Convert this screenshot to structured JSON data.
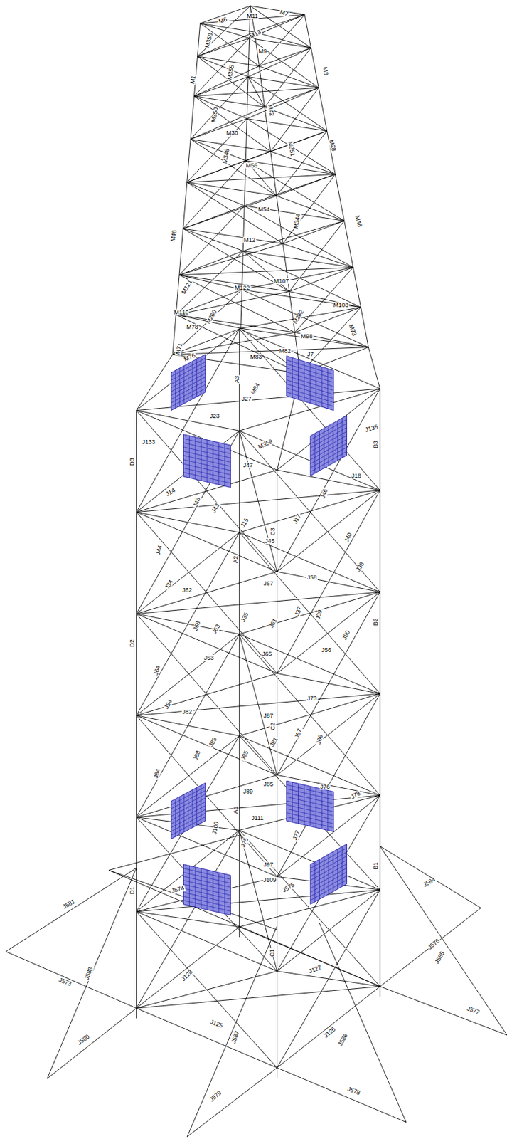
{
  "diagram": {
    "labels": [
      "M6",
      "M11",
      "M7",
      "M358",
      "M13",
      "M1",
      "M9",
      "M355",
      "M3",
      "M350",
      "M42",
      "M28",
      "M30",
      "M348",
      "M56",
      "M351",
      "M46",
      "M54",
      "M344",
      "M48",
      "M12",
      "M107",
      "M121",
      "M122",
      "M110",
      "M260",
      "M262",
      "M78",
      "M103",
      "M73",
      "M71",
      "M98",
      "M82",
      "M83",
      "M76",
      "J7",
      "A3",
      "M84",
      "J27",
      "J23",
      "M359",
      "J133",
      "J135",
      "B3",
      "D3",
      "J47",
      "J18",
      "J14",
      "J48",
      "J43",
      "J15",
      "J17",
      "J46",
      "C3",
      "J45",
      "J40",
      "J38",
      "J44",
      "A2",
      "J34",
      "J67",
      "J58",
      "J62",
      "J37",
      "J68",
      "J63",
      "J35",
      "J61",
      "J39",
      "J80",
      "B2",
      "D2",
      "J65",
      "J53",
      "J56",
      "J64",
      "J54",
      "J87",
      "C2",
      "J73",
      "J82",
      "J57",
      "J66",
      "J83",
      "J81",
      "J88",
      "J95",
      "J84",
      "J89",
      "J85",
      "J76",
      "J78",
      "A1",
      "J111",
      "J100",
      "J75",
      "J77",
      "J97",
      "B1",
      "D1",
      "J109",
      "J575",
      "J574",
      "J581",
      "J584",
      "C1",
      "J573",
      "J588",
      "J128",
      "J127",
      "J576",
      "J585",
      "J577",
      "J580",
      "J125",
      "J587",
      "J126",
      "J586",
      "J579",
      "J578"
    ]
  }
}
